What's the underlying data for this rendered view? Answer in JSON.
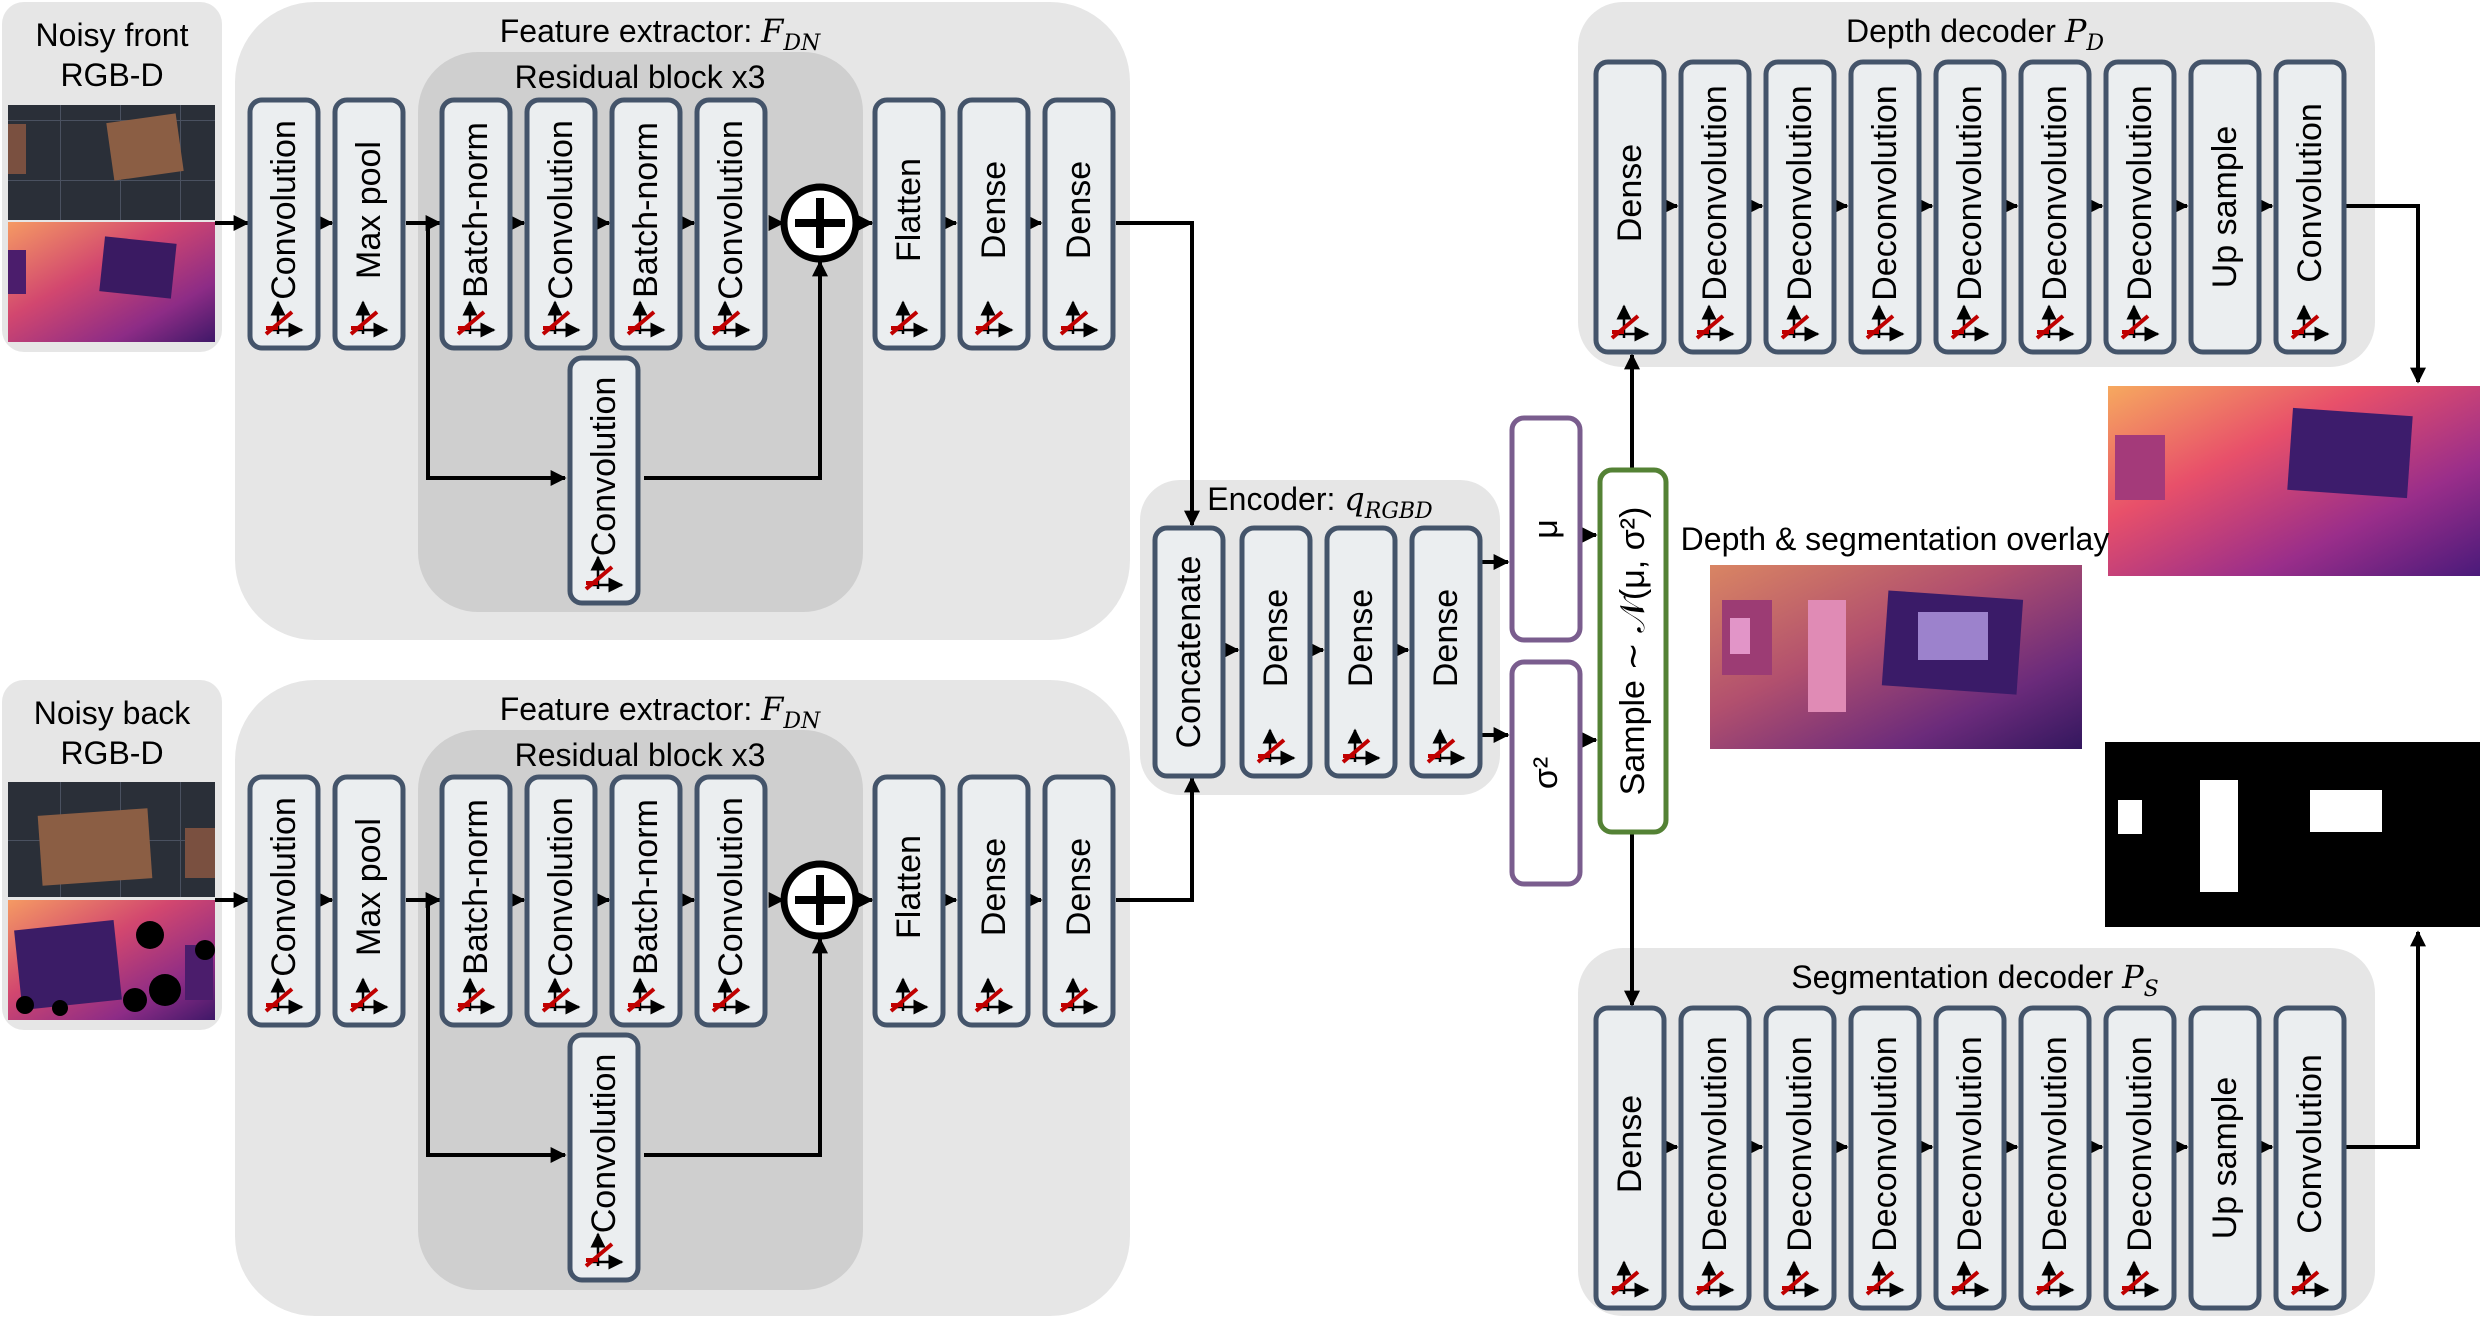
{
  "inputs": {
    "front": {
      "line1": "Noisy front",
      "line2": "RGB-D"
    },
    "back": {
      "line1": "Noisy back",
      "line2": "RGB-D"
    }
  },
  "feature_extractor": {
    "title": "Feature extractor: ",
    "math": "F",
    "sub": "DN",
    "residual_title": "Residual block x3",
    "layers": {
      "conv": "Convolution",
      "maxpool": "Max pool",
      "batchnorm": "Batch-norm",
      "flatten": "Flatten",
      "dense": "Dense"
    }
  },
  "encoder": {
    "title": "Encoder: ",
    "math": "q",
    "sub": "RGBD",
    "layers": {
      "concat": "Concatenate",
      "dense": "Dense"
    }
  },
  "latent": {
    "mu": "μ",
    "sigma": "σ²",
    "sample": "Sample ∼ 𝒩(μ, σ²)"
  },
  "depth_decoder": {
    "title": "Depth decoder ",
    "math": "P",
    "sub": "D",
    "layers": [
      "Dense",
      "Deconvolution",
      "Deconvolution",
      "Deconvolution",
      "Deconvolution",
      "Deconvolution",
      "Deconvolution",
      "Up sample",
      "Convolution"
    ]
  },
  "segmentation_decoder": {
    "title": "Segmentation decoder ",
    "math": "P",
    "sub": "S",
    "layers": [
      "Dense",
      "Deconvolution",
      "Deconvolution",
      "Deconvolution",
      "Deconvolution",
      "Deconvolution",
      "Deconvolution",
      "Up sample",
      "Convolution"
    ]
  },
  "overlay_label": "Depth & segmentation overlay",
  "colors": {
    "layer_border": "#44546a",
    "latent_border": "#7a5d8e",
    "sample_border": "#548235",
    "activation_mark": "#c00000"
  }
}
